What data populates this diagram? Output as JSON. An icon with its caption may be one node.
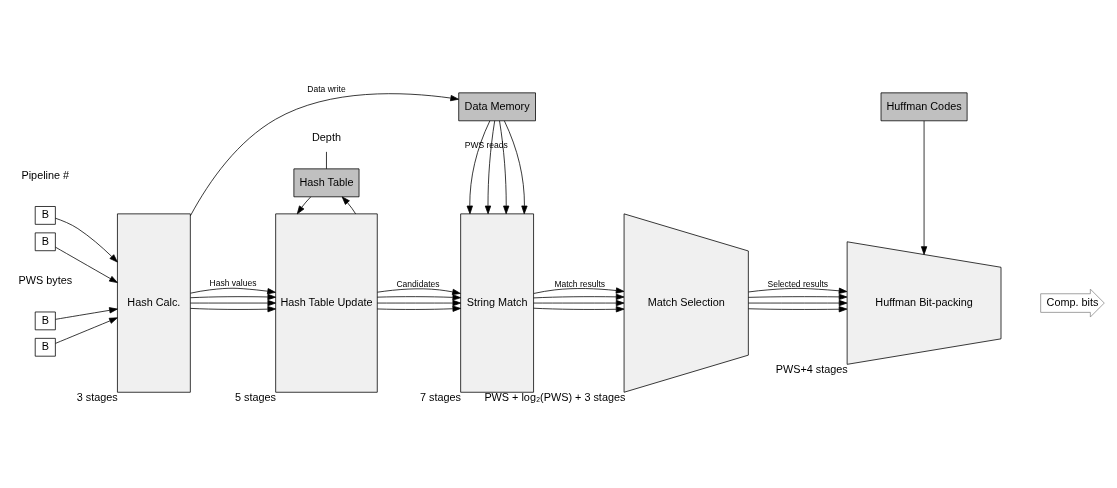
{
  "diagram": {
    "nodes": [
      {
        "text": [
          "Hash Table"
        ]
      },
      {
        "text": [
          "Depth"
        ]
      },
      {
        "text": [
          "B"
        ]
      },
      {
        "text": [
          "B"
        ]
      },
      {
        "text": [
          "B"
        ]
      },
      {
        "text": [
          "B"
        ]
      },
      {
        "text": [
          "Hash Calc."
        ],
        "beside": [
          "3 stages"
        ]
      },
      {
        "text": [
          "Hash Table Update"
        ],
        "beside": [
          "5 stages"
        ]
      },
      {
        "text": [
          "String Match"
        ],
        "beside": [
          "7 stages"
        ]
      },
      {
        "text": [
          "Match Selection"
        ],
        "beside": [
          "PWS + log₂(PWS) + 3 stages"
        ]
      },
      {
        "text": [
          "Huffman Bit-packing"
        ],
        "beside": [
          "PWS+4 stages"
        ]
      },
      {
        "text": [
          "Comp. bits"
        ]
      },
      {
        "text": [
          "Huffman Codes"
        ]
      },
      {
        "text": [
          "Data Memory"
        ]
      }
    ],
    "edges": [
      {
        "from": 1,
        "to": 0,
        "arrow": "none"
      },
      {
        "from": 7,
        "to": 0,
        "arrow": "to"
      },
      {
        "from": 0,
        "to": 7,
        "arrow": "to"
      },
      {
        "from": 2,
        "to": 6,
        "arrow": "to"
      },
      {
        "from": 3,
        "to": 6,
        "arrow": "to"
      },
      {
        "from": 4,
        "to": 6,
        "arrow": "to"
      },
      {
        "from": 5,
        "to": 6,
        "arrow": "to"
      },
      {
        "from": 6,
        "to": 7,
        "arrow": "to",
        "label": "Hash values"
      },
      {
        "from": 6,
        "to": 7,
        "arrow": "to"
      },
      {
        "from": 6,
        "to": 7,
        "arrow": "to"
      },
      {
        "from": 6,
        "to": 7,
        "arrow": "to"
      },
      {
        "from": 7,
        "to": 8,
        "arrow": "to",
        "label": "Candidates"
      },
      {
        "from": 7,
        "to": 8,
        "arrow": "to"
      },
      {
        "from": 7,
        "to": 8,
        "arrow": "to"
      },
      {
        "from": 7,
        "to": 8,
        "arrow": "to"
      },
      {
        "from": 8,
        "to": 9,
        "arrow": "to",
        "label": "Match results"
      },
      {
        "from": 8,
        "to": 9,
        "arrow": "to"
      },
      {
        "from": 8,
        "to": 9,
        "arrow": "to"
      },
      {
        "from": 8,
        "to": 9,
        "arrow": "to"
      },
      {
        "from": 9,
        "to": 10,
        "arrow": "to",
        "label": "Selected results"
      },
      {
        "from": 9,
        "to": 10,
        "arrow": "to"
      },
      {
        "from": 9,
        "to": 10,
        "arrow": "to"
      },
      {
        "from": 9,
        "to": 10,
        "arrow": "to"
      },
      {
        "from": 12,
        "to": 10,
        "arrow": "to"
      },
      {
        "from": 6,
        "to": 13,
        "arrow": "to",
        "label": "Data write"
      },
      {
        "from": 13,
        "to": 8,
        "arrow": "to",
        "label": "PWS reads"
      },
      {
        "from": 13,
        "to": 8,
        "arrow": "to"
      },
      {
        "from": 13,
        "to": 8,
        "arrow": "to"
      },
      {
        "from": 13,
        "to": 8,
        "arrow": "to"
      }
    ],
    "labels": [
      "Pipeline #",
      "PWS bytes"
    ]
  }
}
